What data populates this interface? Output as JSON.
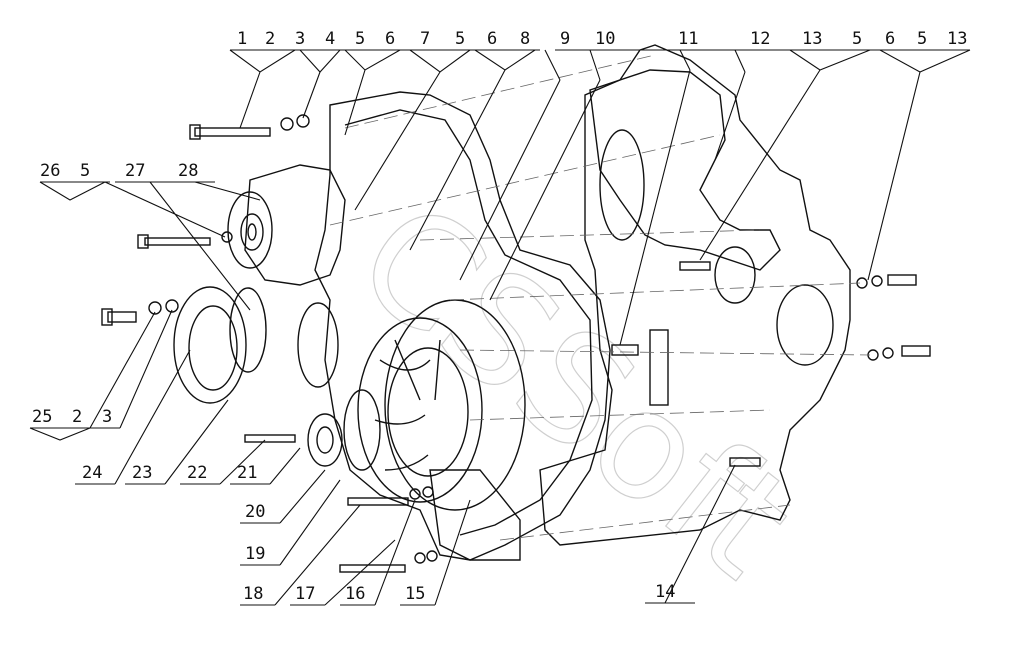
{
  "diagram": {
    "watermark": "CSSoft",
    "callouts": {
      "top": [
        "1",
        "2",
        "3",
        "4",
        "5",
        "6",
        "7",
        "5",
        "6",
        "8",
        "9",
        "10",
        "11",
        "12",
        "13",
        "5",
        "6",
        "5",
        "13"
      ],
      "left_upper": [
        "26",
        "5",
        "27",
        "28"
      ],
      "left_lower": [
        "25",
        "2",
        "3"
      ],
      "bottom": [
        "24",
        "23",
        "22",
        "21",
        "20",
        "19",
        "18",
        "17",
        "16",
        "15",
        "14"
      ]
    }
  }
}
